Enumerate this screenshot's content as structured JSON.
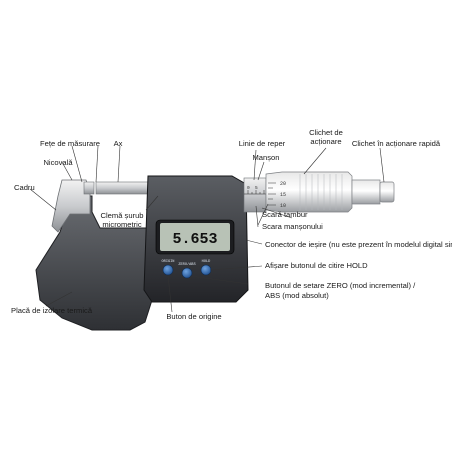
{
  "labels": {
    "fete_masurare": "Fețe de măsurare",
    "ax": "Ax",
    "linie_reper": "Linie de reper",
    "clichet_actionare_1": "Clichet de",
    "clichet_actionare_2": "acționare",
    "clichet_rapid": "Clichet în acționare rapidă",
    "nicovala": "Nicovală",
    "manson": "Manșon",
    "cadru": "Cadru",
    "scara_tambur": "Scară tambur",
    "scara_mansonului": "Scara manșonului",
    "clema_1": "Clemă șurub",
    "clema_2": "micrometric",
    "conector": "Conector de ieșire (nu este prezent în modelul digital simplu)",
    "afisare_hold": "Afișare butonul de citire HOLD",
    "buton_zero_1": "Butonul de setare ZERO (mod incremental) /",
    "buton_zero_2": "ABS (mod absolut)",
    "placa_izolare": "Placă de izolare termică",
    "buton_origine": "Buton de origine"
  },
  "display": {
    "reading": "5.653"
  },
  "buttons": {
    "origin": "ORIGIN",
    "zero_abs": "ZERO/ABS",
    "hold": "HOLD"
  },
  "sleeve_scale": [
    "0",
    "5"
  ],
  "thimble_scale": [
    "20",
    "15",
    "10"
  ],
  "colors": {
    "frame": "#4a4d52",
    "anvil": "#b9bcc0",
    "display_bg": "#b8c2b6",
    "button": "#2f6db5",
    "leader": "#333333"
  }
}
